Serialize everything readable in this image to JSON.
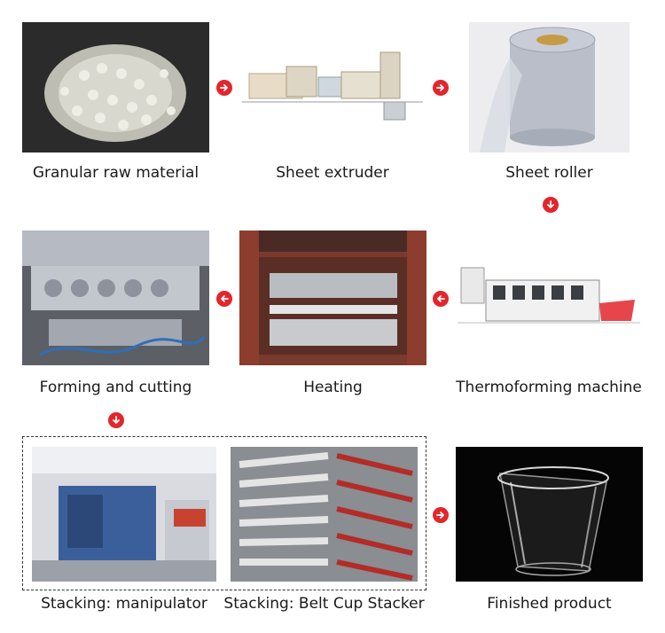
{
  "accent_color": "#e2262b",
  "steps": [
    {
      "label": "Granular raw material",
      "image": "raw-material-pellets-photo"
    },
    {
      "label": "Sheet extruder",
      "image": "sheet-extruder-machine-photo"
    },
    {
      "label": "Sheet roller",
      "image": "sheet-roll-photo"
    },
    {
      "label": "Forming and cutting",
      "image": "forming-cutting-mold-photo"
    },
    {
      "label": "Heating",
      "image": "heating-chamber-photo"
    },
    {
      "label": "Thermoforming machine",
      "image": "thermoforming-machine-photo"
    },
    {
      "label": "Stacking: manipulator",
      "image": "manipulator-stacker-photo"
    },
    {
      "label": "Stacking: Belt Cup Stacker",
      "image": "belt-cup-stacker-photo"
    },
    {
      "label": "Finished product",
      "image": "clear-plastic-cup-photo"
    }
  ],
  "arrows": [
    "right",
    "right",
    "down",
    "left",
    "left",
    "down",
    "right"
  ]
}
